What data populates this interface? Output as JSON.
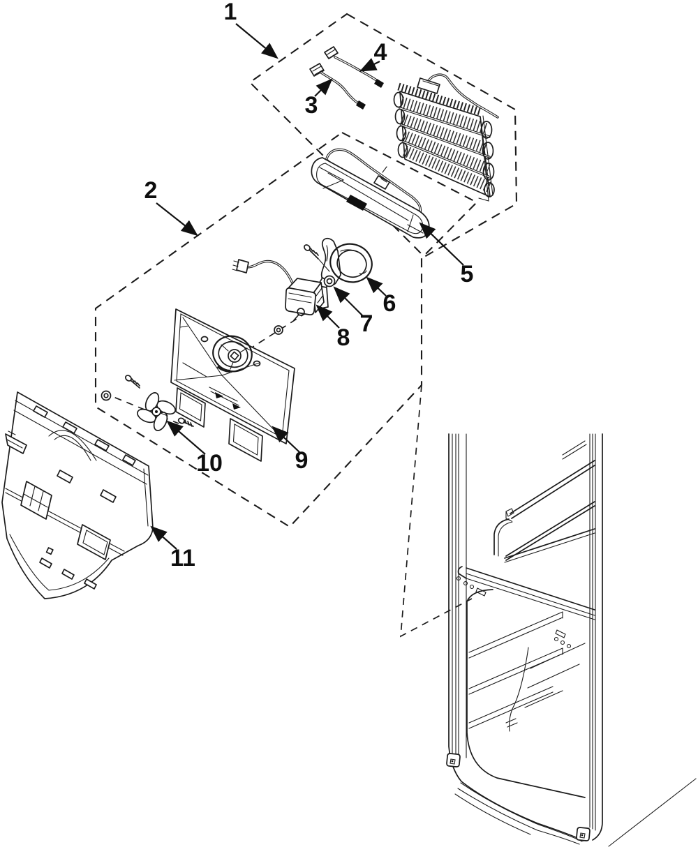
{
  "figure": {
    "background": "#ffffff",
    "line_color": "#1b1b1b",
    "label_color": "#0e0e0e"
  },
  "callouts": [
    {
      "label": "1"
    },
    {
      "label": "2"
    },
    {
      "label": "3"
    },
    {
      "label": "4"
    },
    {
      "label": "5"
    },
    {
      "label": "6"
    },
    {
      "label": "7"
    },
    {
      "label": "8"
    },
    {
      "label": "9"
    },
    {
      "label": "10"
    },
    {
      "label": "11"
    }
  ]
}
